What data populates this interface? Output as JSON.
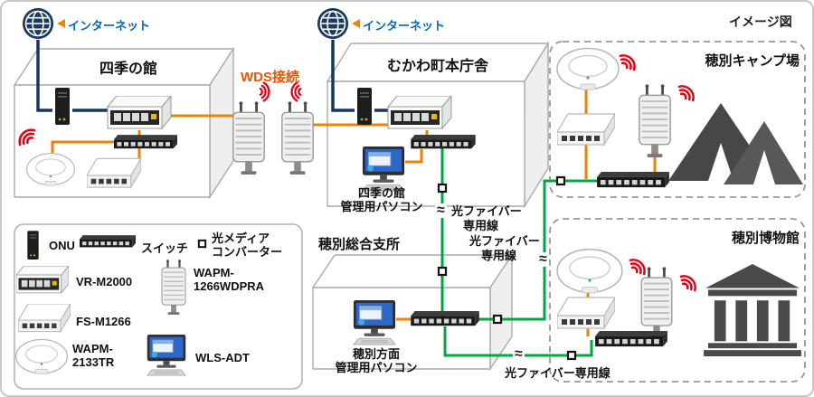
{
  "caption": "イメージ図",
  "internet": {
    "label": "インターネット"
  },
  "wds": {
    "label": "WDS接続"
  },
  "sites": {
    "shiki": {
      "title": "四季の館"
    },
    "honcho": {
      "title": "むかわ町本庁舎",
      "pc_line1": "四季の館",
      "pc_line2": "管理用パソコン"
    },
    "sogo": {
      "title": "穂別総合支所",
      "pc_line1": "穂別方面",
      "pc_line2": "管理用パソコン"
    },
    "camp": {
      "title": "穂別キャンプ場"
    },
    "museum": {
      "title": "穂別博物館"
    }
  },
  "fiber": {
    "word1": "光ファイバー",
    "word2": "専用線",
    "single": "光ファイバー専用線",
    "break_mark": "≈"
  },
  "legend": {
    "onu": "ONU",
    "switch_label": "スイッチ",
    "media_line1": "光メディア",
    "media_line2": "コンバーター",
    "router": "VR-M2000",
    "outdoor_line1": "WAPM-",
    "outdoor_line2": "1266WDPRA",
    "flat": "FS-M1266",
    "round_line1": "WAPM-",
    "round_line2": "2133TR",
    "pc": "WLS-ADT"
  },
  "colors": {
    "lan_orange": "#ef8200",
    "fiber_green": "#00a544",
    "internet_navy": "#17365d",
    "wireless_red": "#e60012",
    "internet_blue": "#0068b7"
  }
}
